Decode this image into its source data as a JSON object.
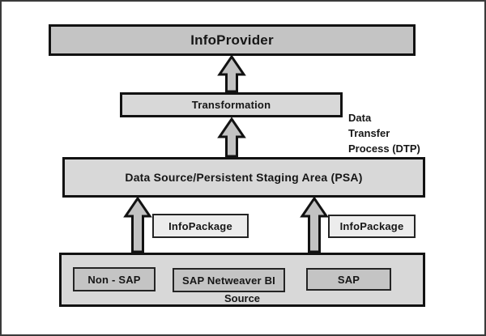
{
  "nodes": {
    "info_provider": "InfoProvider",
    "transformation": "Transformation",
    "psa": "Data Source/Persistent Staging Area (PSA)",
    "info_package_left": "InfoPackage",
    "info_package_right": "InfoPackage",
    "source_container_label": "Source",
    "source_systems": [
      "Non - SAP",
      "SAP Netweaver BI",
      "SAP"
    ]
  },
  "annotations": {
    "dtp_lines": [
      "Data",
      "Transfer",
      "Process (DTP)"
    ]
  },
  "flows": [
    "Source to PSA via InfoPackage (left arrow)",
    "Source to PSA via InfoPackage (right arrow)",
    "PSA to Transformation via Data Transfer Process (DTP)",
    "Transformation to InfoProvider"
  ],
  "colors": {
    "box_fill_medium": "#c4c4c4",
    "box_fill_light": "#d8d8d8",
    "box_fill_pale": "#ececec",
    "border": "#121212",
    "arrow_fill": "#c2c2c2",
    "frame": "#3a3a3a",
    "background": "#ffffff",
    "text": "#161616"
  }
}
